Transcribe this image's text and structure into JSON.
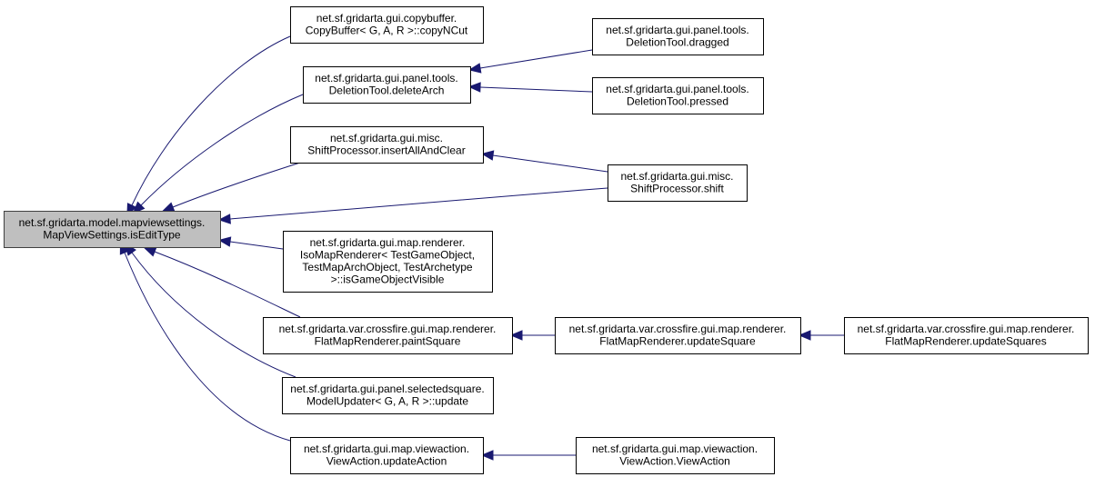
{
  "diagram": {
    "type": "call-graph",
    "colors": {
      "edge": "#191970",
      "root_fill": "#bfbfbf",
      "node_fill": "#ffffff",
      "border": "#000000"
    },
    "nodes": [
      {
        "id": "root",
        "lines": [
          "net.sf.gridarta.model.mapviewsettings.",
          "MapViewSettings.isEditType"
        ],
        "root": true
      },
      {
        "id": "copyNCut",
        "lines": [
          "net.sf.gridarta.gui.copybuffer.",
          "CopyBuffer< G, A, R >::copyNCut"
        ]
      },
      {
        "id": "deleteArch",
        "lines": [
          "net.sf.gridarta.gui.panel.tools.",
          "DeletionTool.deleteArch"
        ]
      },
      {
        "id": "insertAllAndClear",
        "lines": [
          "net.sf.gridarta.gui.misc.",
          "ShiftProcessor.insertAllAndClear"
        ]
      },
      {
        "id": "isGameObjectVisible",
        "lines": [
          "net.sf.gridarta.gui.map.renderer.",
          "IsoMapRenderer< TestGameObject,",
          "TestMapArchObject, TestArchetype",
          ">::isGameObjectVisible"
        ]
      },
      {
        "id": "paintSquare",
        "lines": [
          "net.sf.gridarta.var.crossfire.gui.map.renderer.",
          "FlatMapRenderer.paintSquare"
        ]
      },
      {
        "id": "modelUpdate",
        "lines": [
          "net.sf.gridarta.gui.panel.selectedsquare.",
          "ModelUpdater< G, A, R >::update"
        ]
      },
      {
        "id": "updateAction",
        "lines": [
          "net.sf.gridarta.gui.map.viewaction.",
          "ViewAction.updateAction"
        ]
      },
      {
        "id": "dragged",
        "lines": [
          "net.sf.gridarta.gui.panel.tools.",
          "DeletionTool.dragged"
        ]
      },
      {
        "id": "pressed",
        "lines": [
          "net.sf.gridarta.gui.panel.tools.",
          "DeletionTool.pressed"
        ]
      },
      {
        "id": "shift",
        "lines": [
          "net.sf.gridarta.gui.misc.",
          "ShiftProcessor.shift"
        ]
      },
      {
        "id": "updateSquare",
        "lines": [
          "net.sf.gridarta.var.crossfire.gui.map.renderer.",
          "FlatMapRenderer.updateSquare"
        ]
      },
      {
        "id": "updateSquares",
        "lines": [
          "net.sf.gridarta.var.crossfire.gui.map.renderer.",
          "FlatMapRenderer.updateSquares"
        ]
      },
      {
        "id": "viewActionCtor",
        "lines": [
          "net.sf.gridarta.gui.map.viewaction.",
          "ViewAction.ViewAction"
        ]
      }
    ],
    "edges": [
      {
        "from": "copyNCut",
        "to": "root"
      },
      {
        "from": "deleteArch",
        "to": "root"
      },
      {
        "from": "insertAllAndClear",
        "to": "root"
      },
      {
        "from": "shift",
        "to": "root"
      },
      {
        "from": "isGameObjectVisible",
        "to": "root"
      },
      {
        "from": "paintSquare",
        "to": "root"
      },
      {
        "from": "modelUpdate",
        "to": "root"
      },
      {
        "from": "updateAction",
        "to": "root"
      },
      {
        "from": "dragged",
        "to": "deleteArch"
      },
      {
        "from": "pressed",
        "to": "deleteArch"
      },
      {
        "from": "shift",
        "to": "insertAllAndClear"
      },
      {
        "from": "updateSquare",
        "to": "paintSquare"
      },
      {
        "from": "updateSquares",
        "to": "updateSquare"
      },
      {
        "from": "viewActionCtor",
        "to": "updateAction"
      }
    ]
  }
}
